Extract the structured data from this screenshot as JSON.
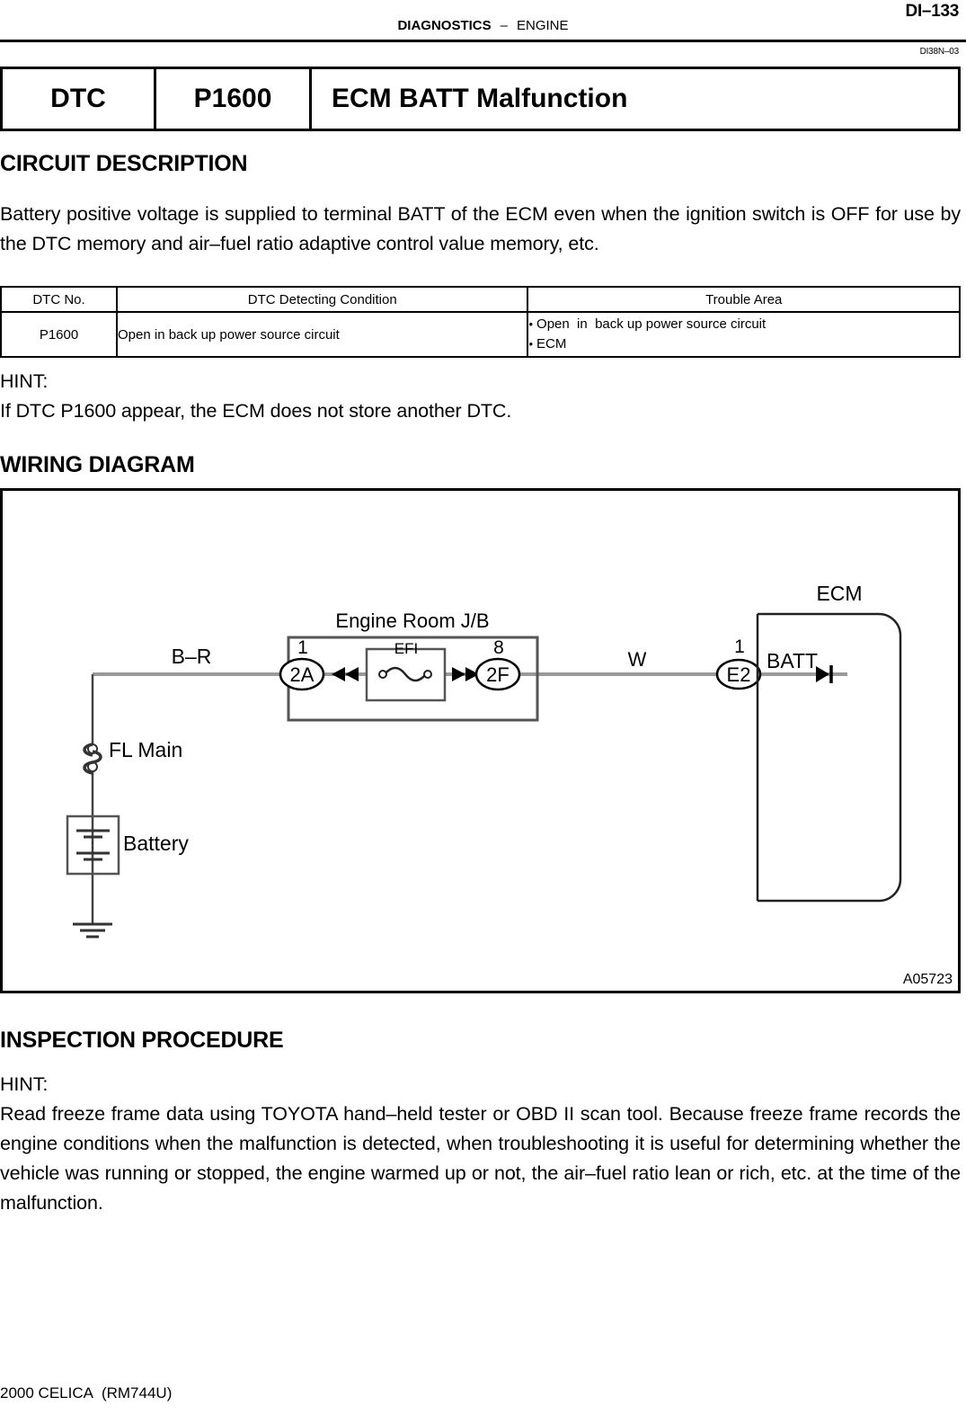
{
  "header": {
    "page_number": "DI–133",
    "running_head_main": "DIAGNOSTICS",
    "running_head_dash": "–",
    "running_head_sub": "ENGINE",
    "doc_id": "DI38N–03"
  },
  "dtc_title": {
    "label": "DTC",
    "code": "P1600",
    "title": "ECM BATT Malfunction"
  },
  "sections": {
    "circuit_description": "CIRCUIT DESCRIPTION",
    "wiring_diagram": "WIRING DIAGRAM",
    "inspection_procedure": "INSPECTION PROCEDURE"
  },
  "description_paragraph": "Battery positive voltage is supplied to terminal BATT of the ECM even when the ignition switch is OFF for use by the DTC memory and air–fuel ratio adaptive control value memory, etc.",
  "dtc_table": {
    "columns": [
      "DTC No.",
      "DTC Detecting Condition",
      "Trouble Area"
    ],
    "row": {
      "dtc_no": "P1600",
      "condition": "Open in back up power source circuit",
      "trouble_area": [
        "Open  in  back up power source circuit",
        "ECM"
      ]
    }
  },
  "hint_1": {
    "label": "HINT:",
    "text": "If DTC P1600 appear, the ECM does not store another DTC."
  },
  "hint_2": {
    "label": "HINT:",
    "text": "Read freeze frame data using TOYOTA hand–held tester or OBD II scan tool. Because freeze frame records the engine conditions when the malfunction is detected, when troubleshooting it is useful for determining whether the vehicle was running or stopped, the engine warmed up or not, the air–fuel ratio lean or rich, etc. at the time of the malfunction."
  },
  "wiring": {
    "diagram_id": "A05723",
    "labels": {
      "ecm": "ECM",
      "engine_room_jb": "Engine Room J/B",
      "wire_br": "B–R",
      "wire_w": "W",
      "fuse_efi": "EFI",
      "connector_2a": "2A",
      "connector_2a_pin": "1",
      "connector_2f": "2F",
      "connector_2f_pin": "8",
      "connector_e2": "E2",
      "connector_e2_pin": "1",
      "terminal_batt": "BATT",
      "fl_main": "FL Main",
      "battery": "Battery"
    }
  },
  "footer": {
    "year_model": "2000 CELICA",
    "manual_code": "(RM744U)"
  }
}
